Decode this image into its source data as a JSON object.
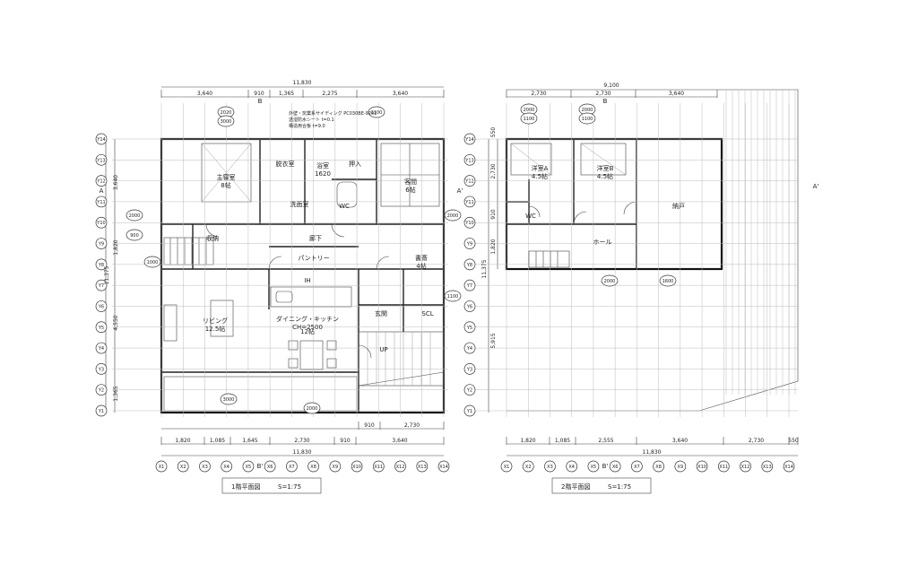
{
  "plan1": {
    "title": "1階平面図",
    "scale": "S=1:75",
    "top_total": "11,830",
    "top_dims": [
      "3,640",
      "910",
      "1,365",
      "2,275",
      "3,640"
    ],
    "bottom_dims_upper": [
      "910",
      "2,730"
    ],
    "bottom_dims_lower": [
      "1,820",
      "1,085",
      "1,645",
      "2,730",
      "910",
      "3,640"
    ],
    "bottom_total": "11,830",
    "left_dims": [
      "3,640",
      "1,820",
      "4,550",
      "1,365"
    ],
    "left_total": "11,375",
    "section_marks": [
      "A",
      "A'",
      "B",
      "B'"
    ],
    "notes": [
      "外壁・窯業系サイディング PC030BE-9201",
      "透湿防水シート t=0.1",
      "構造用合板 t=9.0"
    ],
    "rooms": [
      {
        "name": "主寝室",
        "sub": "8帖"
      },
      {
        "name": "脱衣室",
        "sub": ""
      },
      {
        "name": "浴室",
        "sub": "1620"
      },
      {
        "name": "押入",
        "sub": ""
      },
      {
        "name": "客間",
        "sub": "6帖"
      },
      {
        "name": "洗面室",
        "sub": ""
      },
      {
        "name": "WC",
        "sub": ""
      },
      {
        "name": "収納",
        "sub": ""
      },
      {
        "name": "廊下",
        "sub": ""
      },
      {
        "name": "パントリー",
        "sub": ""
      },
      {
        "name": "書斎",
        "sub": "4帖"
      },
      {
        "name": "IH",
        "sub": ""
      },
      {
        "name": "リビング",
        "sub": "12.5帖"
      },
      {
        "name": "ダイニング・キッチン",
        "sub": "CH=2500"
      },
      {
        "name": "12帖",
        "sub": ""
      },
      {
        "name": "玄関",
        "sub": ""
      },
      {
        "name": "SCL",
        "sub": ""
      },
      {
        "name": "UP",
        "sub": ""
      }
    ],
    "window_marks": [
      "2020",
      "3000",
      "1100",
      "2000",
      "900",
      "1000",
      "2000",
      "1100",
      "2000",
      "3000"
    ]
  },
  "plan2": {
    "title": "2階平面図",
    "scale": "S=1:75",
    "top_total": "9,100",
    "top_dims": [
      "2,730",
      "2,730",
      "3,640"
    ],
    "bottom_dims": [
      "1,820",
      "1,085",
      "2,555",
      "3,640",
      "2,730",
      "550"
    ],
    "bottom_total": "11,830",
    "left_dims": [
      "550",
      "2,730",
      "910",
      "1,820"
    ],
    "left_total": "11,375",
    "mid_left": "5,915",
    "section_marks": [
      "B",
      "B'",
      "A'"
    ],
    "rooms": [
      {
        "name": "洋室A",
        "sub": "4.5帖"
      },
      {
        "name": "洋室B",
        "sub": "4.5帖"
      },
      {
        "name": "WC",
        "sub": ""
      },
      {
        "name": "ホール",
        "sub": ""
      },
      {
        "name": "納戸",
        "sub": ""
      }
    ],
    "window_marks": [
      "2000",
      "2000",
      "1100",
      "1100",
      "2000",
      "1600"
    ]
  },
  "y_axis": [
    "Y14",
    "Y13",
    "Y12",
    "Y11",
    "Y10",
    "Y9",
    "Y8",
    "Y7",
    "Y6",
    "Y5",
    "Y4",
    "Y3",
    "Y2",
    "Y1"
  ],
  "x_axis": [
    "X1",
    "X2",
    "X3",
    "X4",
    "X5",
    "X6",
    "X7",
    "X8",
    "X9",
    "X10",
    "X11",
    "X12",
    "X13",
    "X14"
  ],
  "colors": {
    "line": "#222222",
    "grid": "#bbbbbb",
    "wall": "#111111"
  }
}
